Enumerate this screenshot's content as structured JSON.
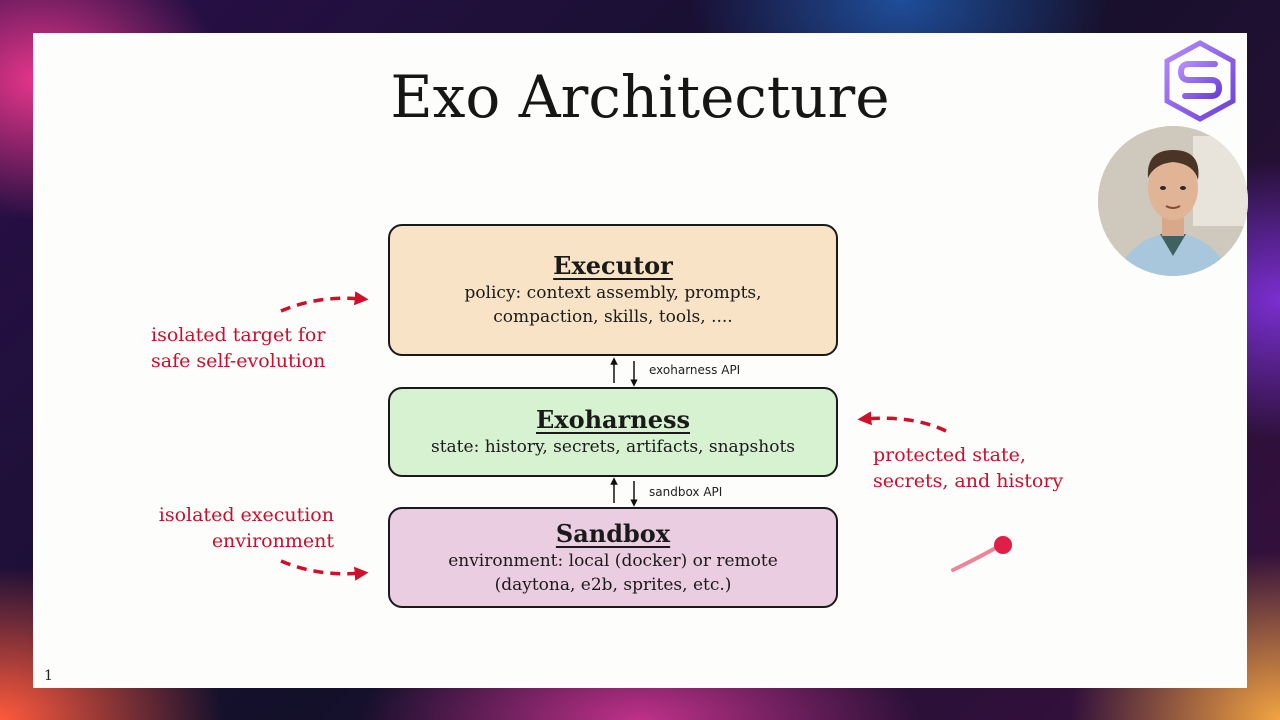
{
  "slide": {
    "title": "Exo Architecture",
    "page_number": "1"
  },
  "boxes": {
    "executor": {
      "title": "Executor",
      "desc_line1": "policy: context assembly, prompts,",
      "desc_line2": "compaction, skills, tools, ...."
    },
    "exoharness": {
      "title": "Exoharness",
      "desc_line1": "state: history, secrets, artifacts, snapshots"
    },
    "sandbox": {
      "title": "Sandbox",
      "desc_line1": "environment: local (docker) or remote",
      "desc_line2": "(daytona, e2b, sprites, etc.)"
    }
  },
  "apis": {
    "exoharness_api": "exoharness API",
    "sandbox_api": "sandbox API"
  },
  "annotations": {
    "executor_note_line1": "isolated target for",
    "executor_note_line2": "safe self-evolution",
    "harness_note_line1": "protected state,",
    "harness_note_line2": "secrets, and history",
    "sandbox_note_line1": "isolated execution",
    "sandbox_note_line2": "environment"
  },
  "colors": {
    "executor_fill": "#f8e3c6",
    "exoharness_fill": "#d6f2d1",
    "sandbox_fill": "#ebcde1",
    "annotation_red": "#c8102e",
    "logo_purple": "#8a5cf0"
  },
  "icons": {
    "logo": "stacked-s-hexagon-logo",
    "webcam": "presenter-webcam"
  }
}
